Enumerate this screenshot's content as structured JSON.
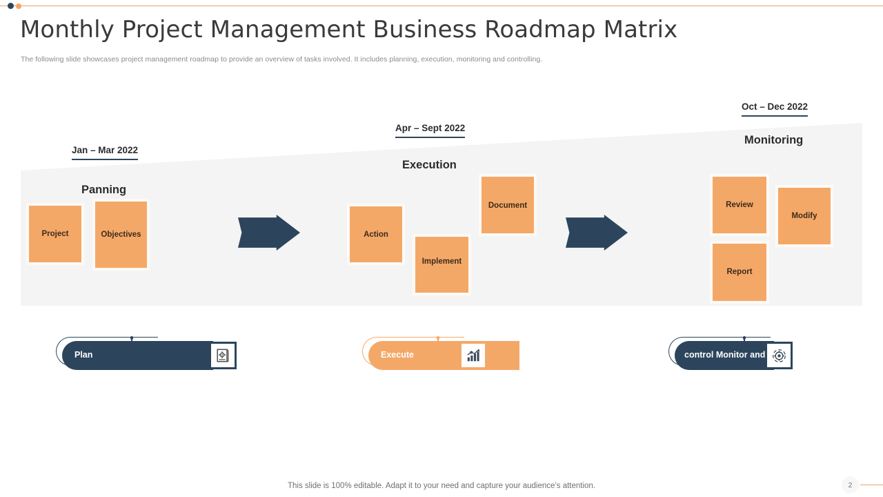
{
  "header": {
    "title": "Monthly Project Management Business Roadmap Matrix",
    "subtitle": "The following slide showcases project management roadmap to provide an overview of tasks involved. It includes planning, execution, monitoring and controlling."
  },
  "colors": {
    "accent_orange": "#f4a868",
    "accent_navy": "#2c455c",
    "band_grey": "#f4f4f4",
    "rule_orange": "#e8a36a"
  },
  "phases": [
    {
      "date_label": "Jan – Mar 2022",
      "title": "Panning",
      "tasks": [
        {
          "label": "Project"
        },
        {
          "label": "Objectives"
        }
      ]
    },
    {
      "date_label": "Apr – Sept 2022",
      "title": "Execution",
      "tasks": [
        {
          "label": "Action"
        },
        {
          "label": "Implement"
        },
        {
          "label": "Document"
        }
      ]
    },
    {
      "date_label": "Oct – Dec 2022",
      "title": "Monitoring",
      "tasks": [
        {
          "label": "Review"
        },
        {
          "label": "Modify"
        },
        {
          "label": "Report"
        }
      ]
    }
  ],
  "arrows": [
    {
      "name": "arrow-planning-to-execution"
    },
    {
      "name": "arrow-execution-to-monitoring"
    }
  ],
  "pills": [
    {
      "label": "Plan",
      "icon": "book-gear-icon",
      "style": "navy"
    },
    {
      "label": "Execute",
      "icon": "bar-chart-growth-icon",
      "style": "orange"
    },
    {
      "label": "control Monitor and",
      "icon": "gear-settings-icon",
      "style": "navy"
    }
  ],
  "footer": {
    "note": "This slide is 100% editable. Adapt it to your need and capture your audience’s attention.",
    "page_number": "2"
  }
}
